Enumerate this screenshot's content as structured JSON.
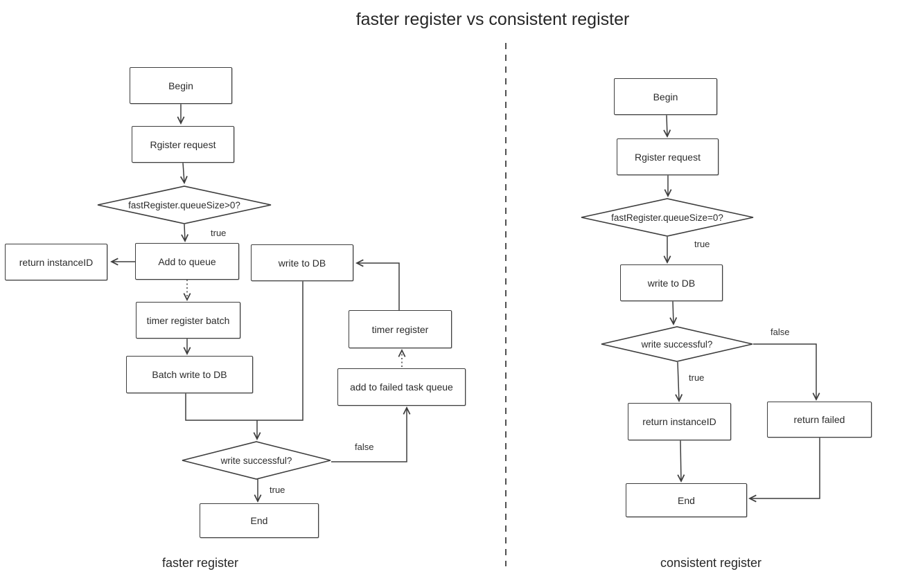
{
  "title": "faster register vs consistent register",
  "left": {
    "caption": "faster register",
    "nodes": {
      "begin": "Begin",
      "register_request": "Rgister request",
      "decision_queue": "fastRegister.queueSize>0?",
      "return_instanceid": "return instanceID",
      "add_to_queue": "Add to queue",
      "write_to_db": "write to DB",
      "timer_register_batch": "timer register batch",
      "batch_write_to_db": "Batch write to DB",
      "timer_register": "timer register",
      "add_failed_queue": "add to failed task queue",
      "decision_write": "write successful?",
      "end": "End"
    },
    "edge_labels": {
      "queue_true": "true",
      "write_false": "false",
      "write_true": "true"
    }
  },
  "right": {
    "caption": "consistent register",
    "nodes": {
      "begin": "Begin",
      "register_request": "Rgister request",
      "decision_queue": "fastRegister.queueSize=0?",
      "write_to_db": "write to DB",
      "decision_write": "write successful?",
      "return_instanceid": "return instanceID",
      "return_failed": "return failed",
      "end": "End"
    },
    "edge_labels": {
      "queue_true": "true",
      "write_true": "true",
      "write_false": "false"
    }
  },
  "colors": {
    "stroke": "#3d3d3d",
    "text": "#2b2b2b",
    "background": "#ffffff"
  }
}
